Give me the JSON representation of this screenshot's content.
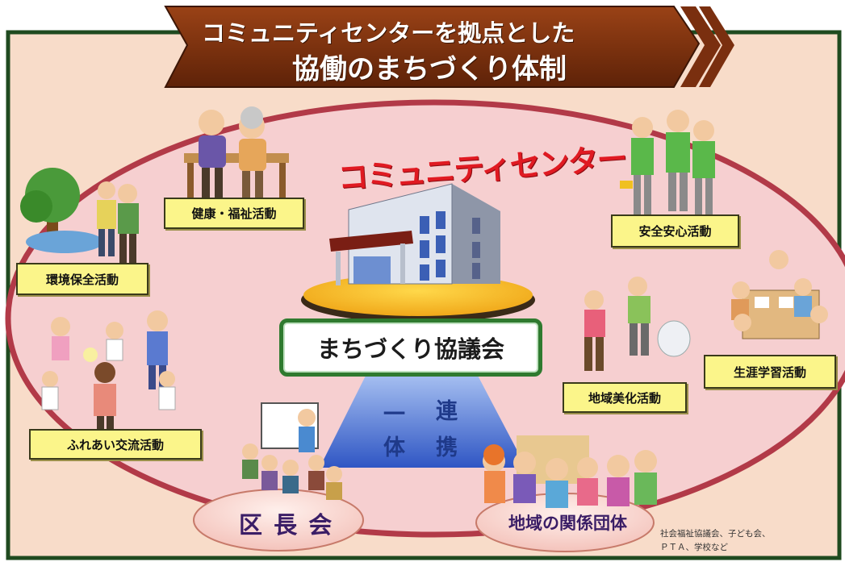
{
  "title": {
    "line1": "コミュニティセンターを拠点とした",
    "line2": "協働のまちづくり体制"
  },
  "center": {
    "building_label": "コミュニティセンター",
    "council_label": "まちづくり協議会"
  },
  "triangle": {
    "left_chars": [
      "一",
      "体"
    ],
    "right_chars": [
      "連",
      "携"
    ]
  },
  "activities": {
    "health_welfare": "健康・福祉活動",
    "environment": "環境保全活動",
    "exchange": "ふれあい交流活動",
    "safety": "安全安心活動",
    "beautification": "地域美化活動",
    "lifelong_learning": "生涯学習活動"
  },
  "bottom": {
    "ward_chiefs": "区 長 会",
    "related_groups": "地域の関係団体"
  },
  "note": {
    "line1": "社会福祉協議会、子ども会、",
    "line2": "ＰＴＡ、学校など"
  },
  "colors": {
    "background": "#f8dcc9",
    "frame": "#1f4a1f",
    "oval_border": "#b23a48",
    "oval_fill": "#f6cfd0",
    "banner": "#7a2f0f",
    "label_fill": "#fbf58a",
    "council_border": "#2f7a2f",
    "triangle": "#4a69c8"
  }
}
